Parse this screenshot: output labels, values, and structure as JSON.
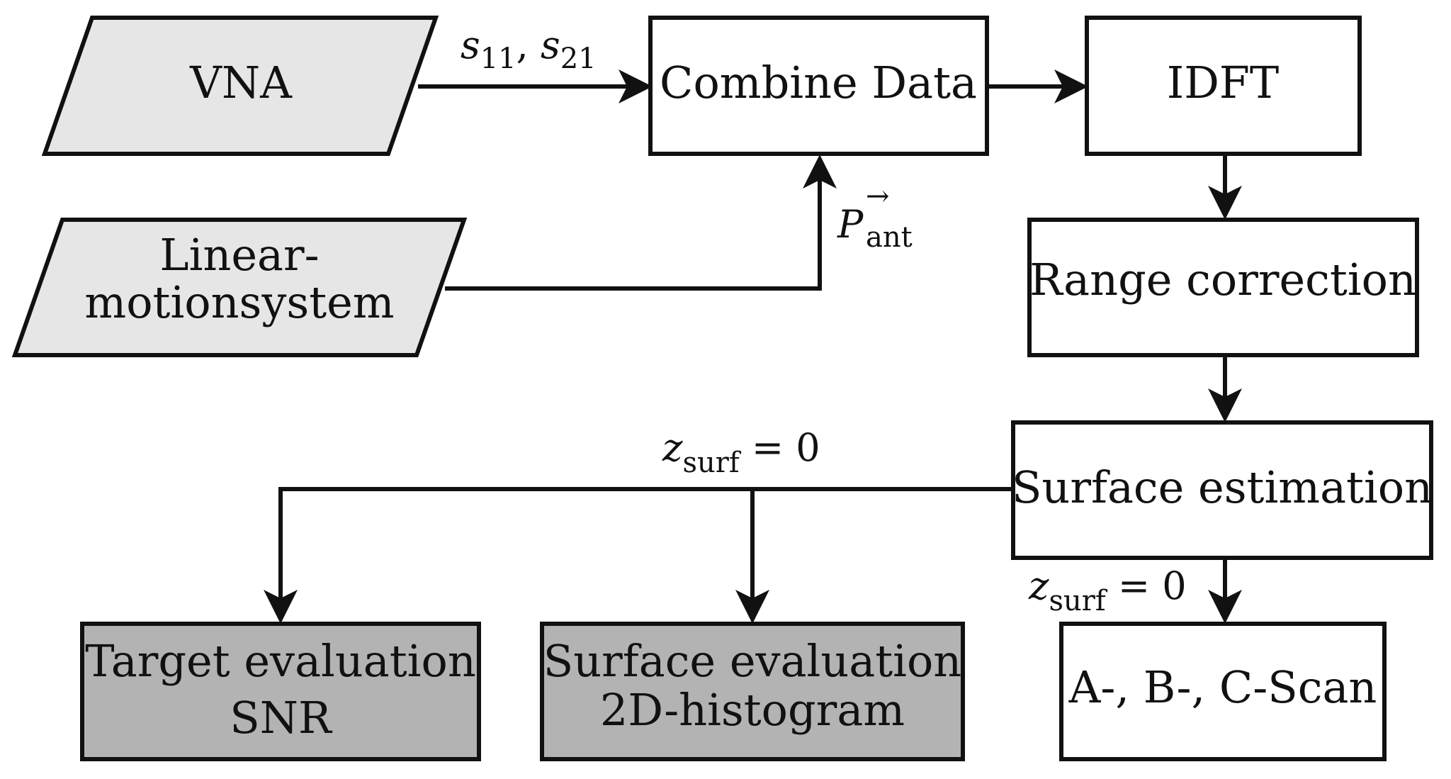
{
  "nodes": {
    "vna": "VNA",
    "linear_1": "Linear-",
    "linear_2": "motionsystem",
    "combine": "Combine Data",
    "idft": "IDFT",
    "range": "Range correction",
    "surface_est": "Surface estimation",
    "scan": "A-, B-, C-Scan",
    "target_1": "Target evaluation",
    "target_2": "SNR",
    "surface_eval_1": "Surface evaluation",
    "surface_eval_2": "2D-histogram"
  },
  "edges": {
    "s_params": {
      "s": "s",
      "sub1": "11",
      "sep": ", ",
      "s2": "s",
      "sub2": "21"
    },
    "p_ant": {
      "base": "P",
      "sup": "→",
      "sub": "ant"
    },
    "z_top": {
      "base": "z",
      "sub": "surf",
      "rest": " = 0"
    },
    "z_bottom": {
      "base": "z",
      "sub": "surf",
      "rest": " = 0"
    }
  },
  "colors": {
    "io_fill": "#e6e6e6",
    "eval_fill": "#b3b3b3",
    "box_fill": "#ffffff",
    "stroke": "#111111"
  }
}
